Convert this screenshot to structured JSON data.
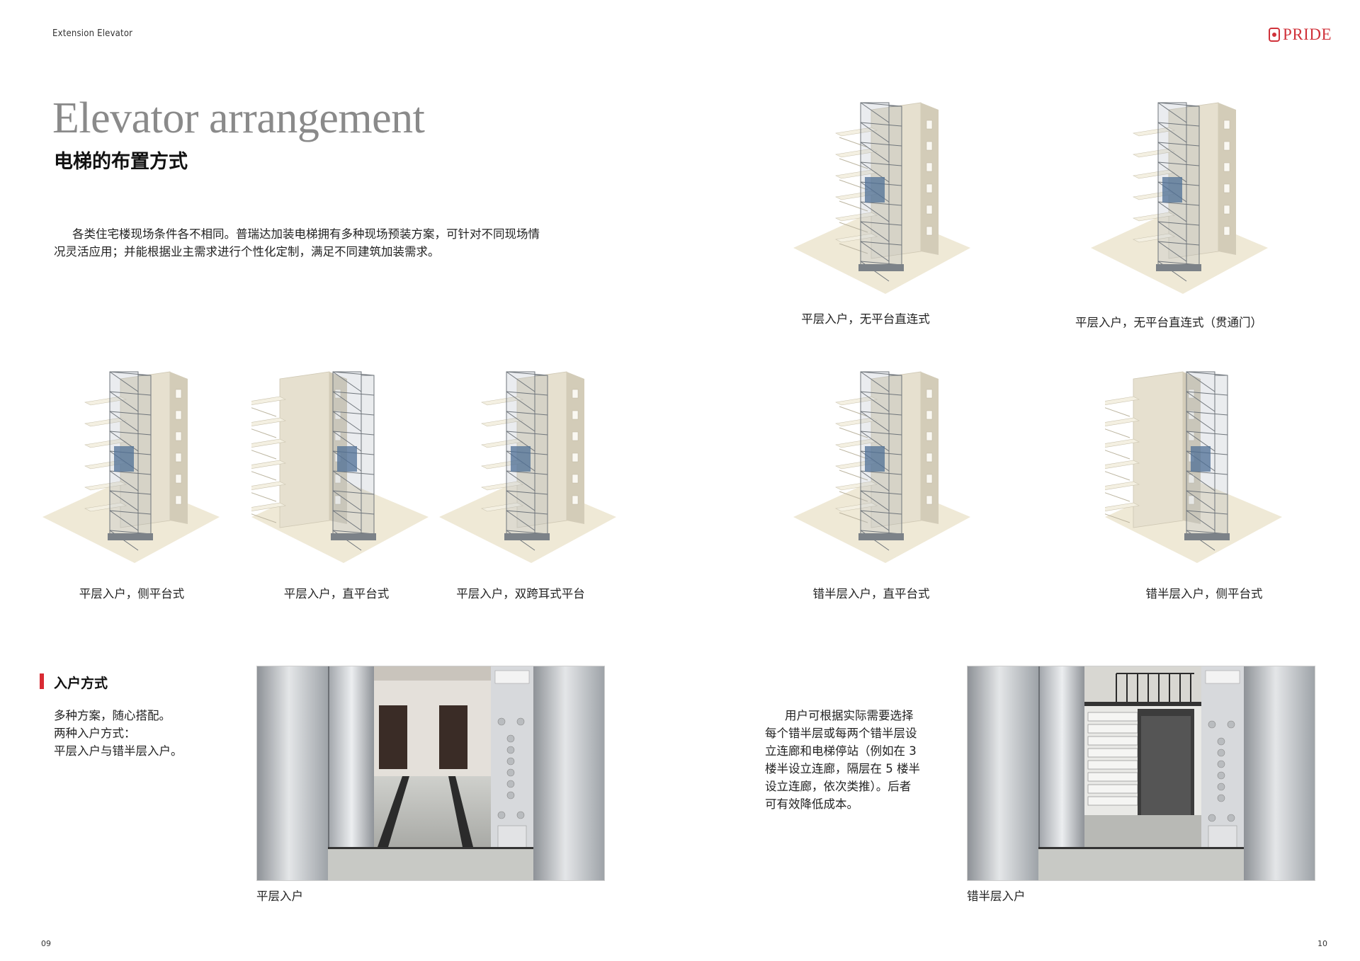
{
  "header": {
    "label": "Extension Elevator",
    "logo_text": "PRIDE"
  },
  "title": {
    "en": "Elevator arrangement",
    "cn": "电梯的布置方式"
  },
  "intro": {
    "line1": "各类住宅楼现场条件各不相同。普瑞达加装电梯拥有多种现场预装方案，可针对不同现场情",
    "line2": "况灵活应用；并能根据业主需求进行个性化定制，满足不同建筑加装需求。"
  },
  "renders": [
    {
      "caption": "平层入户，无平台直连式"
    },
    {
      "caption": "平层入户，无平台直连式（贯通门）"
    },
    {
      "caption": "平层入户，侧平台式"
    },
    {
      "caption": "平层入户，直平台式"
    },
    {
      "caption": "平层入户，双跨耳式平台"
    },
    {
      "caption": "错半层入户，直平台式"
    },
    {
      "caption": "错半层入户，侧平台式"
    }
  ],
  "entry_section": {
    "title": "入户方式",
    "lines": [
      "多种方案，随心搭配。",
      "两种入户方式：",
      "平层入户与错半层入户。"
    ]
  },
  "right_text": {
    "lines": [
      "用户可根据实际需要选择",
      "每个错半层或每两个错半层设",
      "立连廊和电梯停站（例如在 3",
      "楼半设立连廊，隔层在 5 楼半",
      "设立连廊，依次类推）。后者",
      "可有效降低成本。"
    ]
  },
  "photos": [
    {
      "caption": "平层入户"
    },
    {
      "caption": "错半层入户"
    }
  ],
  "page_numbers": {
    "left": "09",
    "right": "10"
  },
  "colors": {
    "accent": "#d92b33",
    "title_gray": "#8a8a8a",
    "wall": "#e6e0cf",
    "steel": "#9aa0a6"
  }
}
